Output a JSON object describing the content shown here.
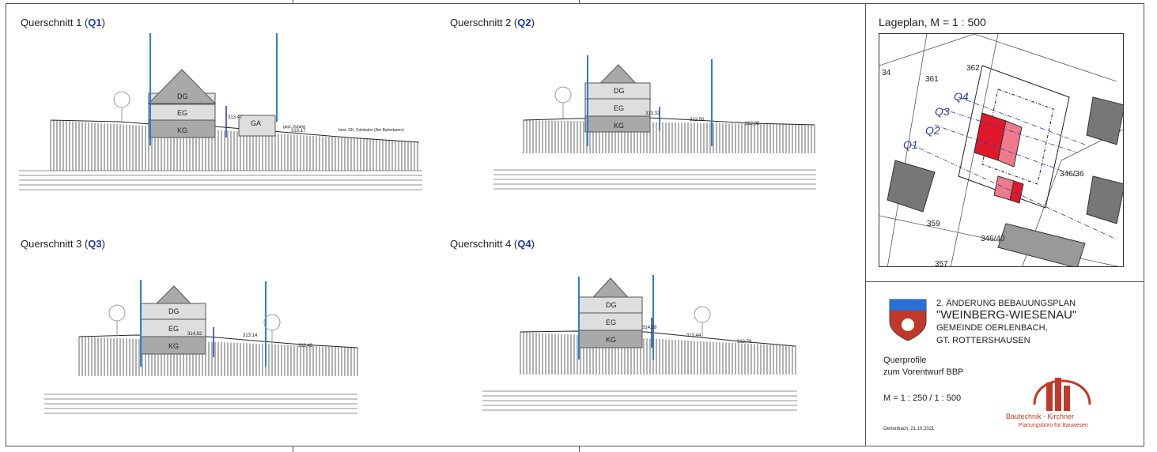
{
  "sections": [
    {
      "title": "Querschnitt 1 (",
      "code": "Q1",
      "close": ")",
      "floors": [
        "DG",
        "EG",
        "KG"
      ],
      "elev_labels": [
        "313,47",
        "313,17"
      ],
      "other_labels": [
        "GA"
      ],
      "notes": [
        "gepl. Zufahrt",
        "best. GK, Fahrbahn (Am Bahndamm)"
      ]
    },
    {
      "title": "Querschnitt 2 (",
      "code": "Q2",
      "close": ")",
      "floors": [
        "DG",
        "EG",
        "KG"
      ],
      "elev_labels": [
        "313,32",
        "312,56",
        "312,05"
      ]
    },
    {
      "title": "Querschnitt 3 (",
      "code": "Q3",
      "close": ")",
      "floors": [
        "DG",
        "EG",
        "KG"
      ],
      "elev_labels": [
        "314,62",
        "313,14",
        "312,49"
      ]
    },
    {
      "title": "Querschnitt 4 (",
      "code": "Q4",
      "close": ")",
      "floors": [
        "DG",
        "EG",
        "KG"
      ],
      "elev_labels": [
        "314,28",
        "313,44",
        "312,78"
      ]
    }
  ],
  "lageplan": {
    "title": "Lageplan, M = 1 : 500",
    "parcels": [
      "362",
      "361",
      "34",
      "346/36",
      "359",
      "346/40",
      "357"
    ],
    "profile_codes": [
      "Q1",
      "Q2",
      "Q3",
      "Q4"
    ]
  },
  "titleblock": {
    "line1": "2. ÄNDERUNG BEBAUUNGSPLAN",
    "line2": "\"WEINBERG-WIESENAU\"",
    "line3": "GEMEINDE OERLENBACH,",
    "line4": "GT. ROTTERSHAUSEN",
    "desc1": "Querprofile",
    "desc2": "zum Vorentwurf BBP",
    "scale": "M = 1 : 250 / 1 : 500",
    "date": "Oerlenbach, 21.10.2021",
    "firm_name": "Bautechnik · Kirchner",
    "firm_sub": "Planungsbüro für Bauwesen"
  },
  "colors": {
    "accent_blue": "#1f3aa8",
    "building_red": "#e0182a",
    "building_pink": "#ee7a8a",
    "firm_red": "#c0392b"
  }
}
